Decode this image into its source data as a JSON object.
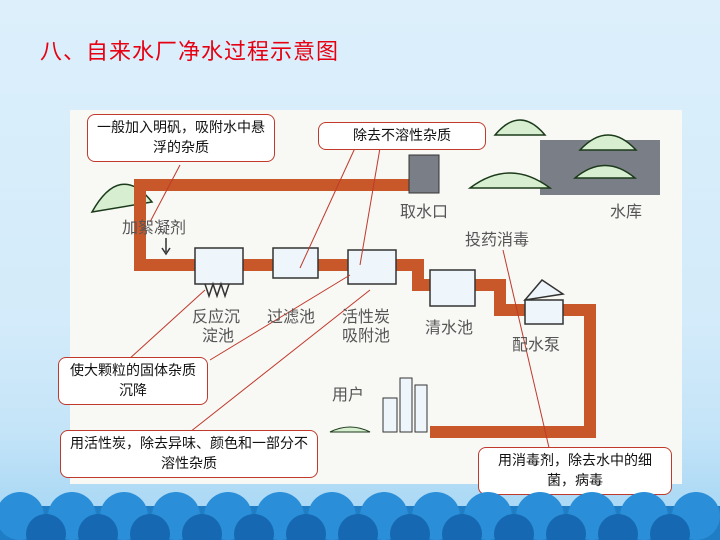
{
  "slide": {
    "title": "八、自来水厂净水过程示意图"
  },
  "diagram": {
    "labels": {
      "intake": "取水口",
      "reservoir": "水库",
      "coagulant": "加絮凝剂",
      "dosing": "投药消毒",
      "sedimentation_1": "反应沉",
      "sedimentation_2": "淀池",
      "filter": "过滤池",
      "carbon_1": "活性炭",
      "carbon_2": "吸附池",
      "clear_water": "清水池",
      "pump": "配水泵",
      "user": "用户"
    },
    "colors": {
      "pipe": "#c8582a",
      "callout_border": "#c0392b",
      "title": "#e60012"
    }
  },
  "callouts": {
    "alum": "一般加入明矾，吸附水中悬浮的杂质",
    "insoluble": "除去不溶性杂质",
    "settle": "使大颗粒的固体杂质沉降",
    "carbon": "用活性炭，除去异味、颜色和一部分不溶性杂质",
    "disinfect": "用消毒剂，除去水中的细菌，病毒"
  }
}
